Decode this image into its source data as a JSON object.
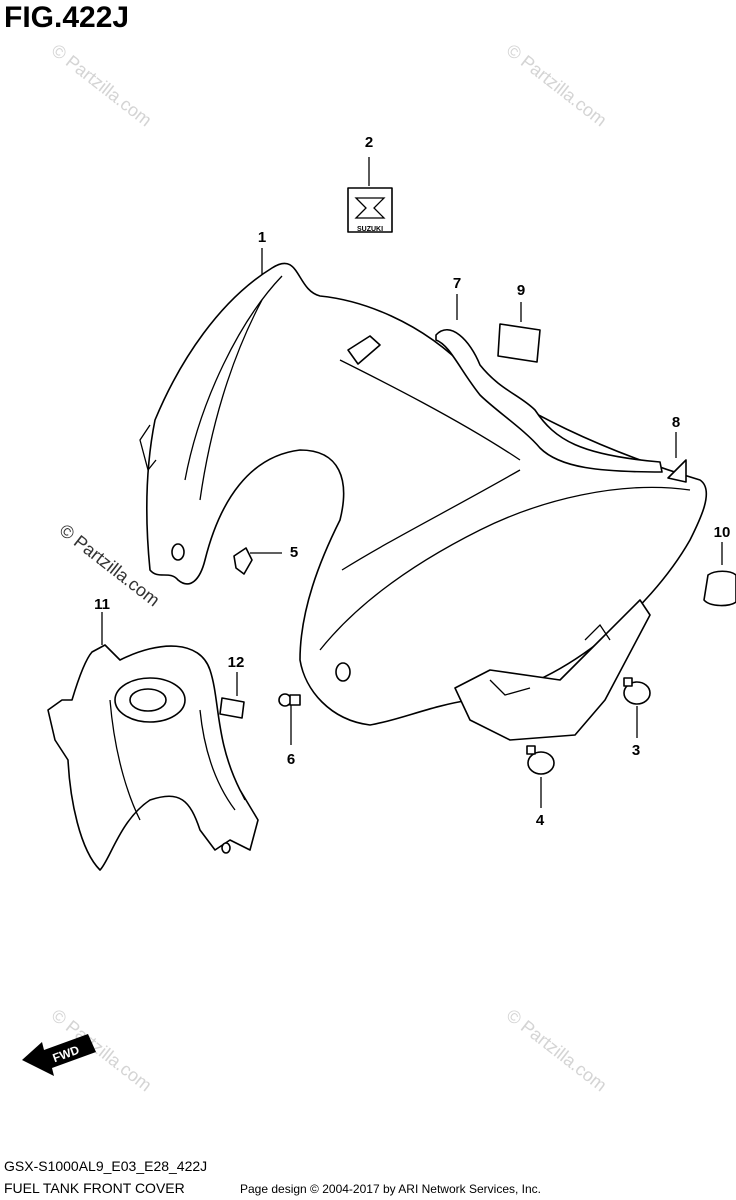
{
  "figure": {
    "title": "FIG.422J"
  },
  "callouts": [
    "1",
    "2",
    "3",
    "4",
    "5",
    "6",
    "7",
    "8",
    "9",
    "10",
    "11",
    "12"
  ],
  "watermarks": {
    "text": "© Partzilla.com"
  },
  "logo": {
    "text": "SUZUKI"
  },
  "fwd_arrow": {
    "label": "FWD"
  },
  "footer": {
    "model_code": "GSX-S1000AL9_E03_E28_422J",
    "caption": "FUEL TANK FRONT COVER",
    "copyright": "Page design © 2004-2017 by ARI Network Services, Inc."
  }
}
